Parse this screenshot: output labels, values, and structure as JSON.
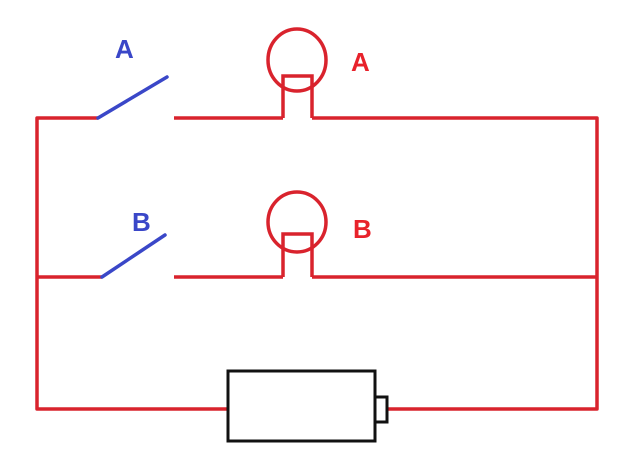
{
  "diagram": {
    "switch_labels": [
      "A",
      "B"
    ],
    "bulb_labels": [
      "A",
      "B"
    ],
    "colors": {
      "wire": "#d9232d",
      "switch": "#3a47c8",
      "switch_label": "#3a47c8",
      "bulb_label": "#e8222b",
      "battery": "#111111",
      "background": "#ffffff"
    }
  }
}
